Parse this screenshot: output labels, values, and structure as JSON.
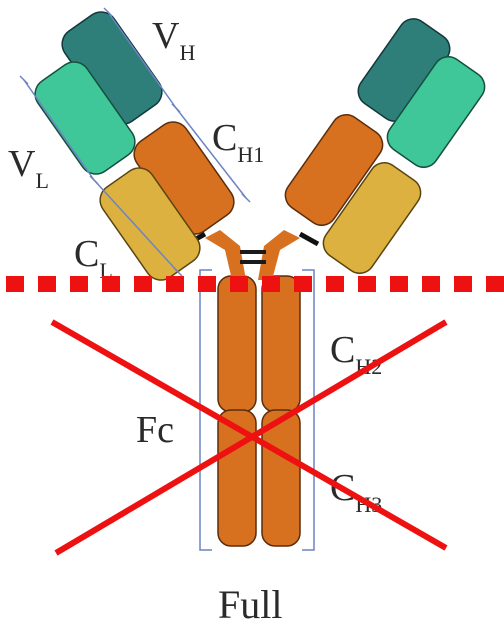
{
  "labels": {
    "vh": {
      "main": "V",
      "sub": "H"
    },
    "ch1": {
      "main": "C",
      "sub": "H1"
    },
    "vl": {
      "main": "V",
      "sub": "L"
    },
    "cl": {
      "main": "C",
      "sub": "L"
    },
    "ch2": {
      "main": "C",
      "sub": "H2"
    },
    "ch3": {
      "main": "C",
      "sub": "H3"
    },
    "fc": "Fc",
    "full": "Full"
  },
  "colors": {
    "vh": "#2e7e7a",
    "ch": "#d8711f",
    "vl": "#3fc79a",
    "cl": "#dcb13f",
    "cut_line": "#ee1111",
    "cross": "#ee1111",
    "bracket": "#6c84c4"
  }
}
